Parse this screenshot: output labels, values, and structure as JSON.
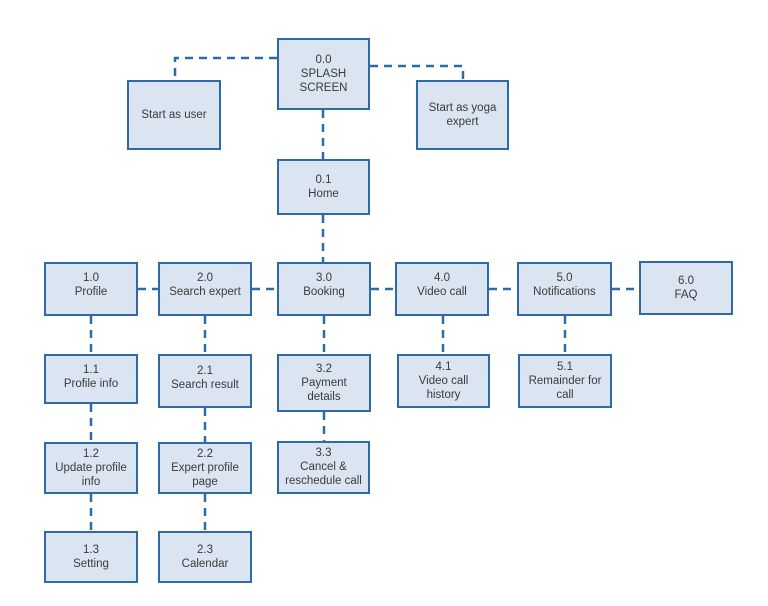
{
  "colors": {
    "box_fill": "#dbe5f1",
    "box_border": "#2e6aa8",
    "connector": "#2e6aa8",
    "text": "#3a3a3a"
  },
  "nodes": {
    "n00": {
      "id": "0.0",
      "label": "SPLASH SCREEN",
      "lines": [
        "SPLASH",
        "SCREEN"
      ]
    },
    "user": {
      "id": "",
      "label": "Start as user"
    },
    "expert": {
      "id": "",
      "label": "Start as yoga expert",
      "lines": [
        "Start as yoga",
        "expert"
      ]
    },
    "n01": {
      "id": "0.1",
      "label": "Home"
    },
    "n10": {
      "id": "1.0",
      "label": "Profile"
    },
    "n20": {
      "id": "2.0",
      "label": "Search expert"
    },
    "n30": {
      "id": "3.0",
      "label": "Booking"
    },
    "n40": {
      "id": "4.0",
      "label": "Video call"
    },
    "n50": {
      "id": "5.0",
      "label": "Notifications"
    },
    "n60": {
      "id": "6.0",
      "label": "FAQ"
    },
    "n11": {
      "id": "1.1",
      "label": "Profile info"
    },
    "n21": {
      "id": "2.1",
      "label": "Search result"
    },
    "n32": {
      "id": "3.2",
      "label": "Payment details",
      "lines": [
        "Payment",
        "details"
      ]
    },
    "n41": {
      "id": "4.1",
      "label": "Video call history",
      "lines": [
        "Video call",
        "history"
      ]
    },
    "n51": {
      "id": "5.1",
      "label": "Remainder for call",
      "lines": [
        "Remainder for",
        "call"
      ]
    },
    "n12": {
      "id": "1.2",
      "label": "Update profile info",
      "lines": [
        "Update profile",
        "info"
      ]
    },
    "n22": {
      "id": "2.2",
      "label": "Expert profile page",
      "lines": [
        "Expert profile",
        "page"
      ]
    },
    "n33": {
      "id": "3.3",
      "label": "Cancel & reschedule call",
      "lines": [
        "Cancel &",
        "reschedule call"
      ]
    },
    "n13": {
      "id": "1.3",
      "label": "Setting"
    },
    "n23": {
      "id": "2.3",
      "label": "Calendar"
    }
  }
}
